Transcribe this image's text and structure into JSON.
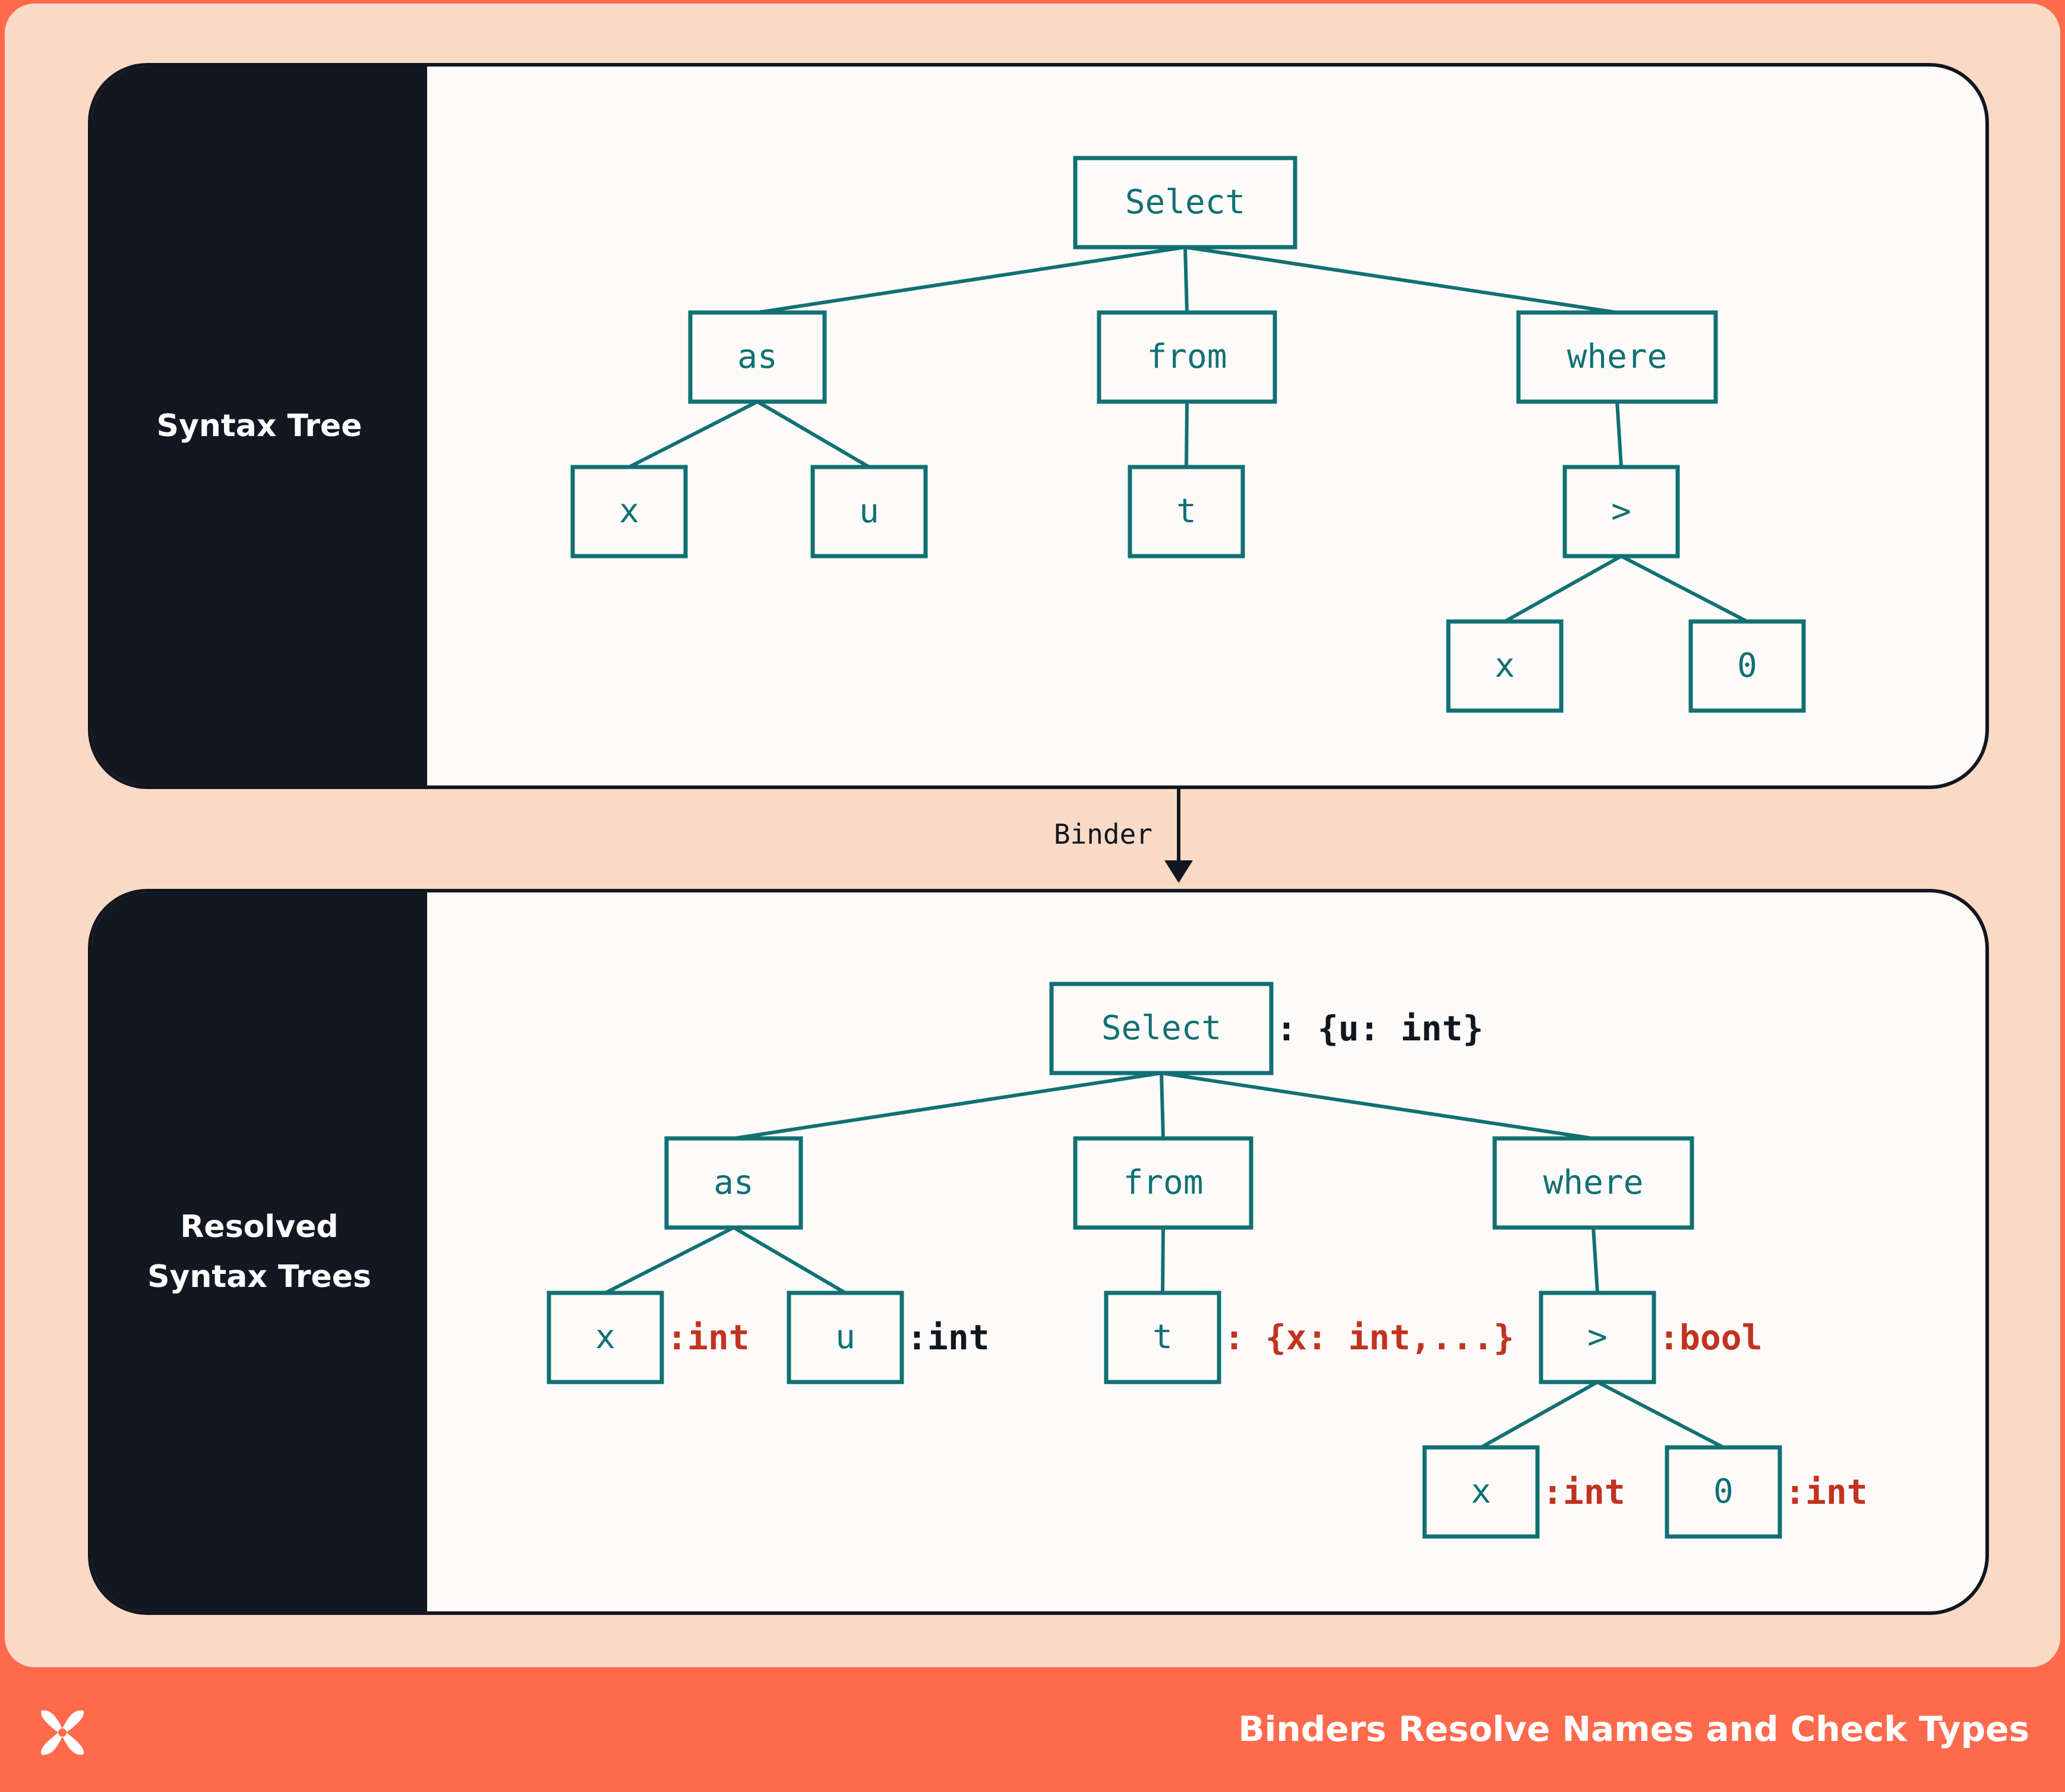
{
  "colors": {
    "node": "#127073",
    "annotation_red": "#c2331f",
    "annotation_black": "#12161f",
    "edge": "#127073"
  },
  "panels": [
    {
      "label": "Syntax Tree",
      "nodes": [
        {
          "id": "select",
          "label": "Select"
        },
        {
          "id": "as",
          "label": "as"
        },
        {
          "id": "from",
          "label": "from"
        },
        {
          "id": "where",
          "label": "where"
        },
        {
          "id": "x",
          "label": "x"
        },
        {
          "id": "u",
          "label": "u"
        },
        {
          "id": "t",
          "label": "t"
        },
        {
          "id": "gt",
          "label": ">"
        },
        {
          "id": "x2",
          "label": "x"
        },
        {
          "id": "zero",
          "label": "0"
        }
      ]
    },
    {
      "label": "Resolved\nSyntax Trees",
      "nodes": [
        {
          "id": "select",
          "label": "Select",
          "annotation": ": {u: int}",
          "annotation_color": "black"
        },
        {
          "id": "as",
          "label": "as"
        },
        {
          "id": "from",
          "label": "from"
        },
        {
          "id": "where",
          "label": "where"
        },
        {
          "id": "x",
          "label": "x",
          "annotation": ":int",
          "annotation_color": "red"
        },
        {
          "id": "u",
          "label": "u",
          "annotation": ":int",
          "annotation_color": "black"
        },
        {
          "id": "t",
          "label": "t",
          "annotation": ": {x: int,...}",
          "annotation_color": "red"
        },
        {
          "id": "gt",
          "label": ">",
          "annotation": ":bool",
          "annotation_color": "red"
        },
        {
          "id": "x2",
          "label": "x",
          "annotation": ":int",
          "annotation_color": "red"
        },
        {
          "id": "zero",
          "label": "0",
          "annotation": ":int",
          "annotation_color": "red"
        }
      ]
    }
  ],
  "edges": [
    [
      "select",
      "as"
    ],
    [
      "select",
      "from"
    ],
    [
      "select",
      "where"
    ],
    [
      "as",
      "x"
    ],
    [
      "as",
      "u"
    ],
    [
      "from",
      "t"
    ],
    [
      "where",
      "gt"
    ],
    [
      "gt",
      "x2"
    ],
    [
      "gt",
      "zero"
    ]
  ],
  "arrow": {
    "label": "Binder"
  },
  "footer": {
    "title": "Binders Resolve Names and Check Types",
    "logo": "x-logo-icon"
  }
}
